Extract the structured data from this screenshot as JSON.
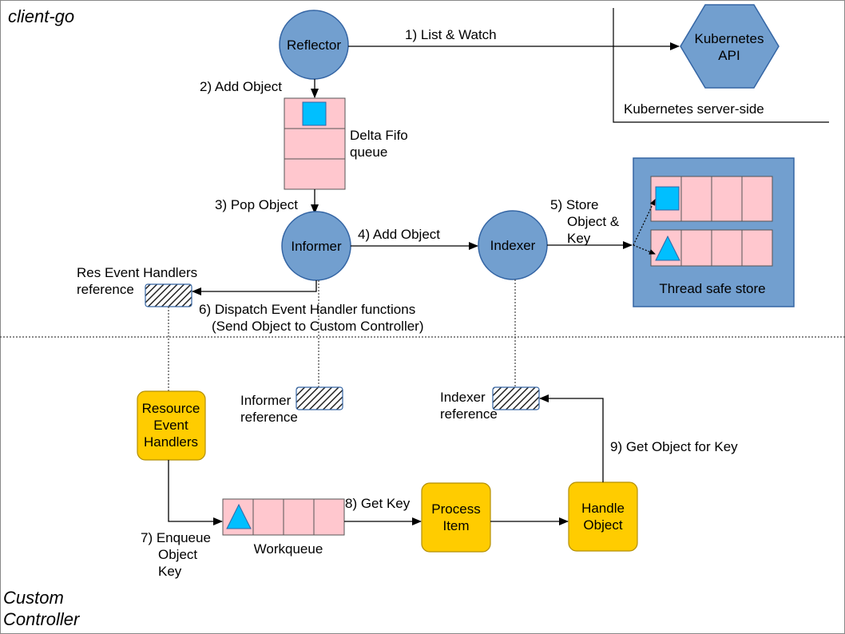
{
  "regions": {
    "client": "client-go",
    "custom_line1": "Custom",
    "custom_line2": "Controller",
    "server_side": "Kubernetes server-side"
  },
  "nodes": {
    "reflector": "Reflector",
    "kubernetes_api_line1": "Kubernetes",
    "kubernetes_api_line2": "API",
    "delta_fifo_line1": "Delta Fifo",
    "delta_fifo_line2": "queue",
    "informer": "Informer",
    "indexer": "Indexer",
    "thread_safe_store": "Thread safe store",
    "res_event_handlers_ref_line1": "Res Event Handlers",
    "res_event_handlers_ref_line2": "reference",
    "resource_event_handlers_line1": "Resource",
    "resource_event_handlers_line2": "Event",
    "resource_event_handlers_line3": "Handlers",
    "informer_ref_line1": "Informer",
    "informer_ref_line2": "reference",
    "indexer_ref_line1": "Indexer",
    "indexer_ref_line2": "reference",
    "workqueue": "Workqueue",
    "process_item_line1": "Process",
    "process_item_line2": "Item",
    "handle_object_line1": "Handle",
    "handle_object_line2": "Object"
  },
  "steps": {
    "s1": "1) List & Watch",
    "s2": "2) Add Object",
    "s3": "3) Pop Object",
    "s4": "4) Add Object",
    "s5_line1": "5) Store",
    "s5_line2": "Object &",
    "s5_line3": "Key",
    "s6_line1": "6) Dispatch Event Handler functions",
    "s6_line2": "(Send Object to Custom Controller)",
    "s7_line1": "7) Enqueue",
    "s7_line2": "Object",
    "s7_line3": "Key",
    "s8": "8) Get Key",
    "s9": "9) Get Object for Key"
  },
  "colors": {
    "circle_fill": "#729fcf",
    "circle_stroke": "#3465a4",
    "queue_fill": "#ffc7ce",
    "store_fill": "#729fcf",
    "object_fill": "#00bfff",
    "controller_box_fill": "#ffcc00",
    "controller_box_stroke": "#b38f00"
  }
}
